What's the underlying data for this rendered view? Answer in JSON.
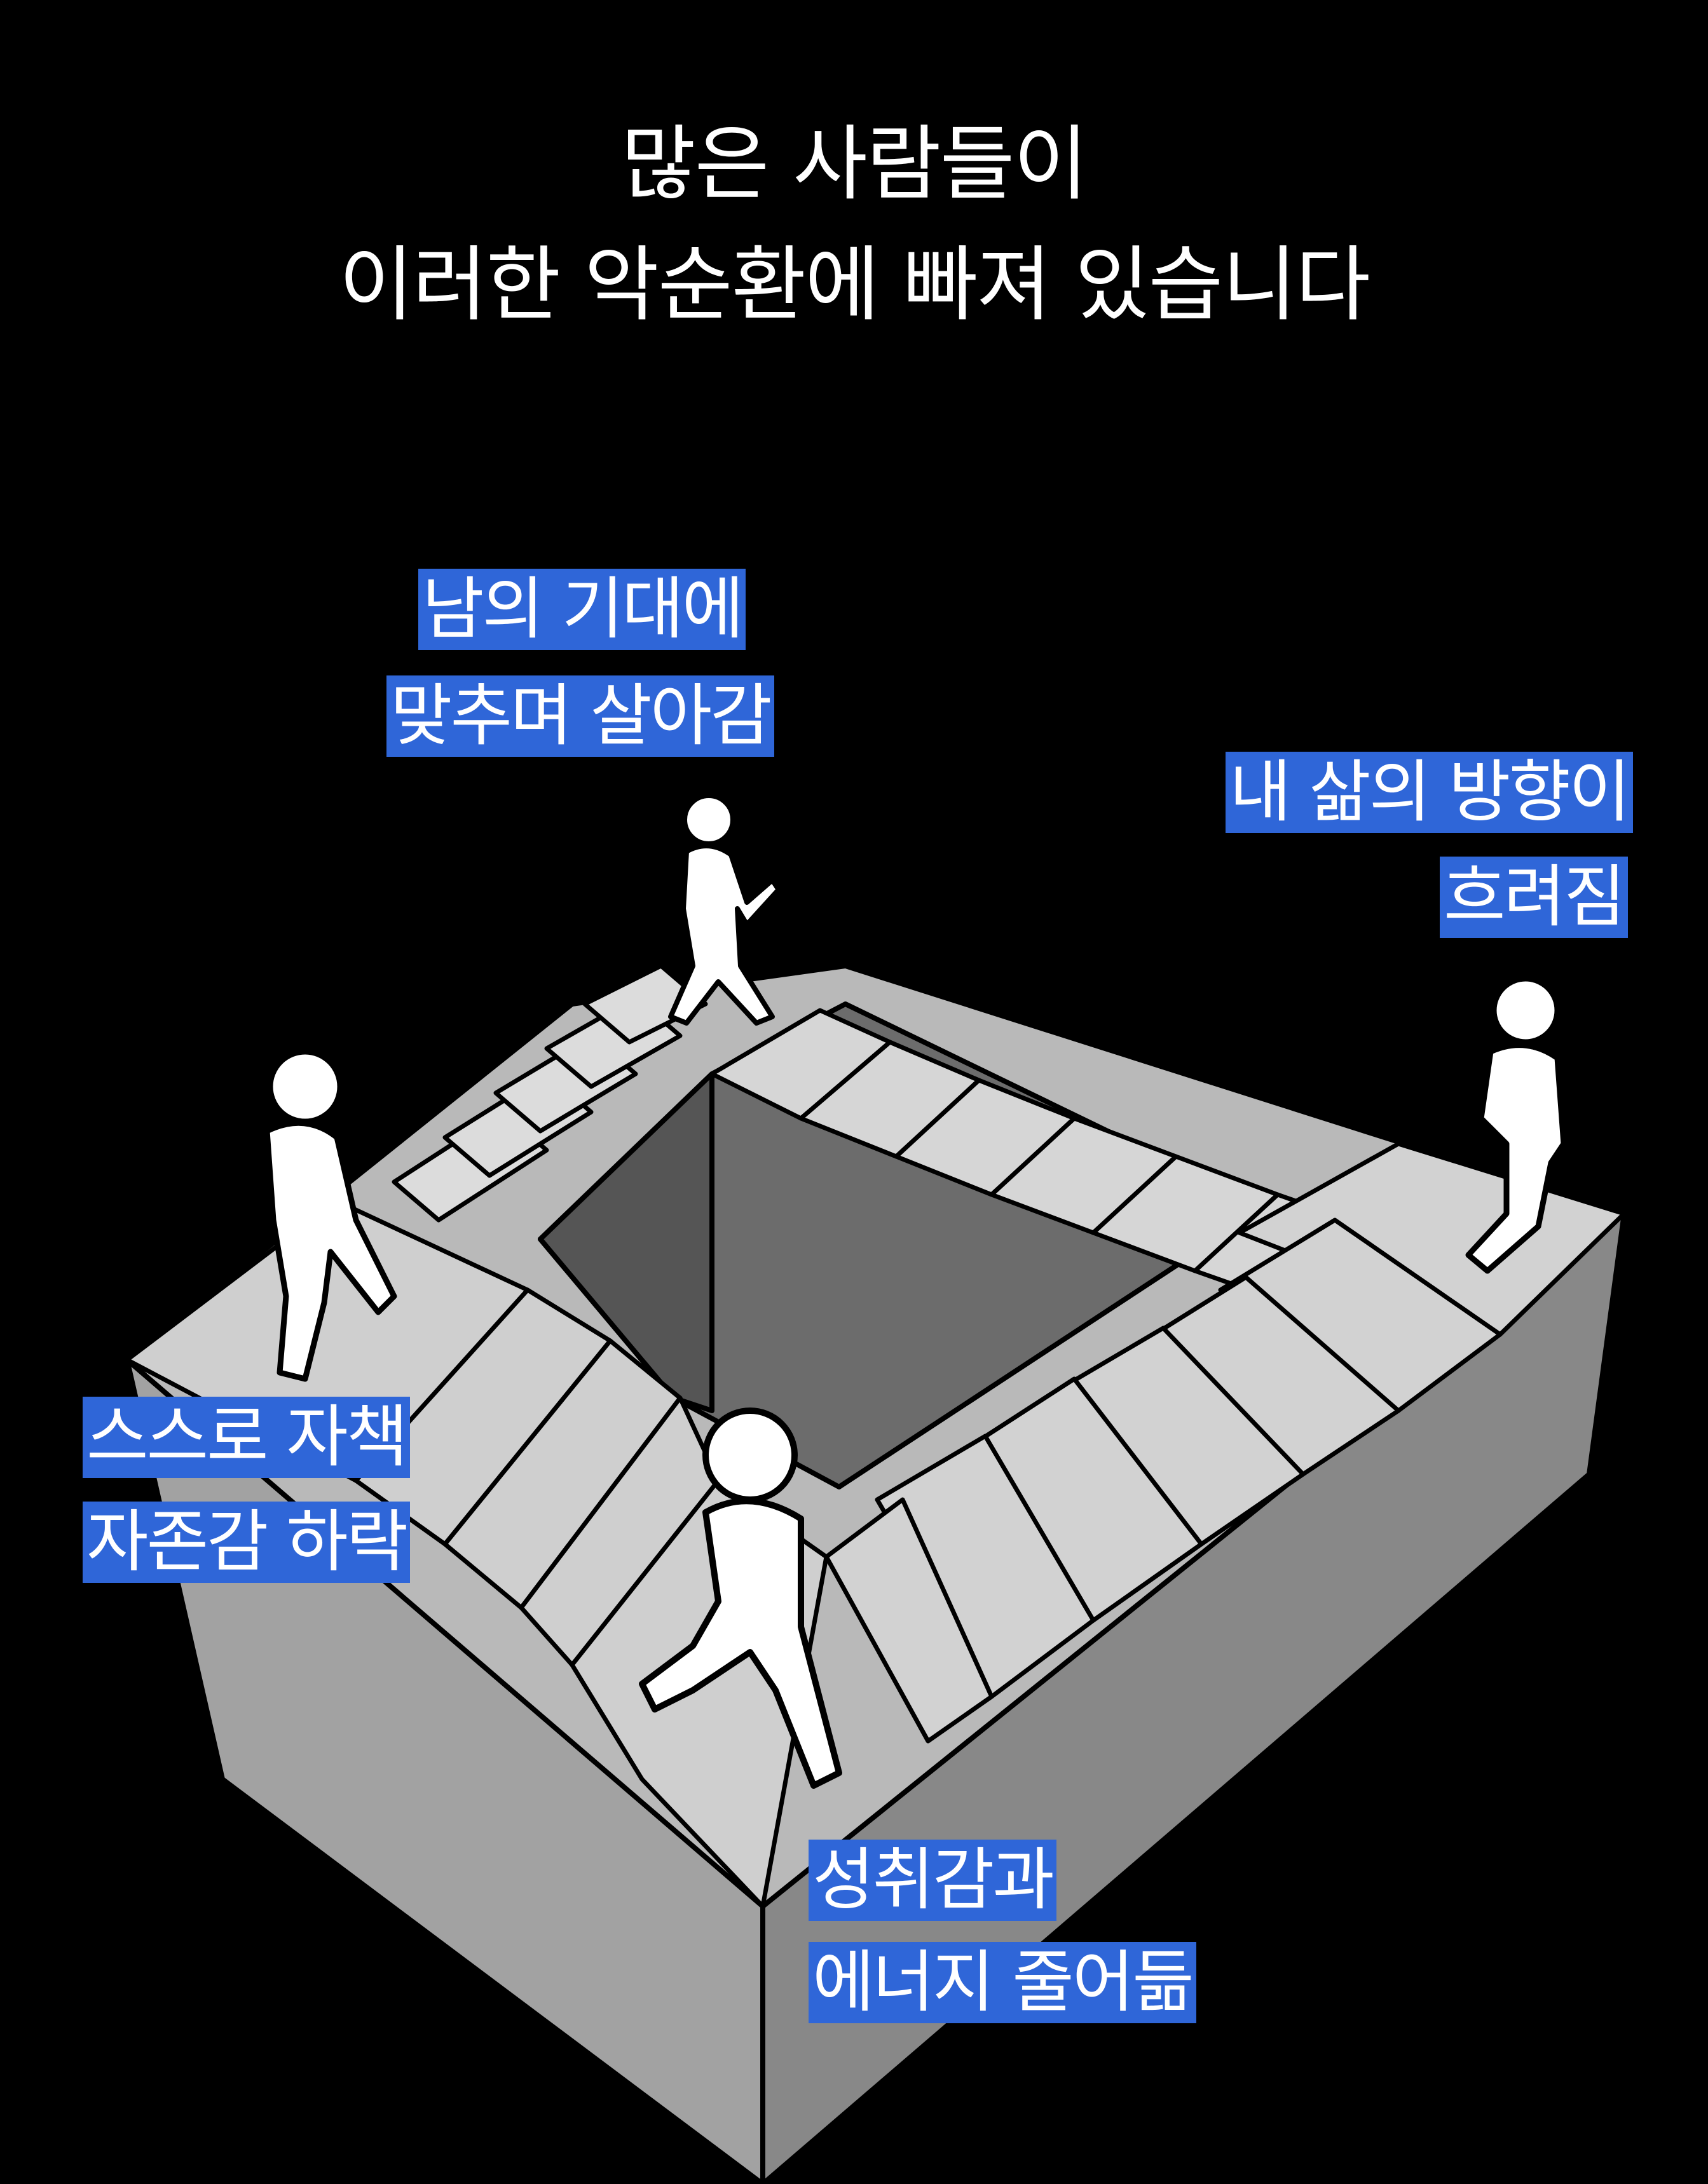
{
  "headline": {
    "line1": "많은 사람들이",
    "line2": "이러한 악순환에 빠져 있습니다"
  },
  "labels": {
    "top": [
      "남의 기대에",
      "맞추며 살아감"
    ],
    "right": [
      "내 삶의 방향이",
      "흐려짐"
    ],
    "left": [
      "스스로 자책",
      "자존감 하락"
    ],
    "bottom": [
      "성취감과",
      "에너지 줄어듦"
    ]
  },
  "illustration": {
    "subject": "penrose-stairs",
    "figures": 4
  },
  "colors": {
    "background": "#000000",
    "label_bg": "#2f66d8",
    "label_text": "#ffffff",
    "step_top": "#d2d2d2",
    "block_side": "#8f8f8f",
    "block_dark": "#6c6c6c",
    "outline": "#000000",
    "figure": "#ffffff"
  }
}
